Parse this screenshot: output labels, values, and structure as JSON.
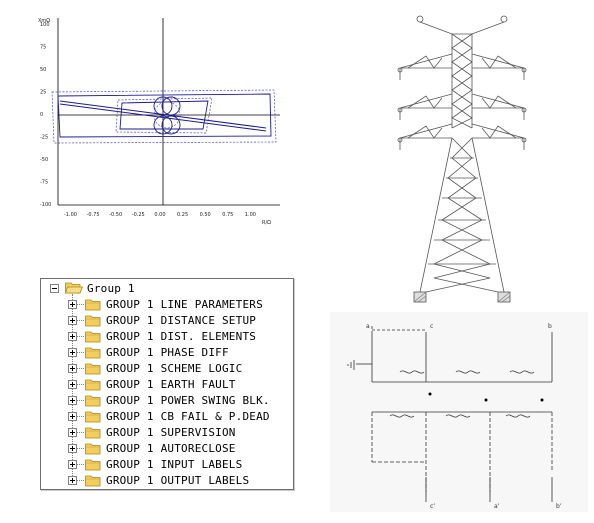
{
  "impedance_plot": {
    "y_axis_label": "XmΩ",
    "x_axis_label": "R/Ω",
    "y_ticks": [
      "100",
      "75",
      "50",
      "25",
      "0",
      "-25",
      "-50",
      "-75",
      "-100"
    ],
    "x_ticks": [
      "-1.00",
      "-0.75",
      "-0.50",
      "-0.25",
      "0.00",
      "0.25",
      "0.50",
      "0.75",
      "1.00"
    ]
  },
  "tree": {
    "root_label": "Group 1",
    "items": [
      {
        "label": "GROUP 1 LINE PARAMETERS"
      },
      {
        "label": "GROUP 1 DISTANCE SETUP"
      },
      {
        "label": "GROUP 1 DIST. ELEMENTS"
      },
      {
        "label": "GROUP 1 PHASE DIFF"
      },
      {
        "label": "GROUP 1 SCHEME LOGIC"
      },
      {
        "label": "GROUP 1 EARTH FAULT"
      },
      {
        "label": "GROUP 1 POWER SWING BLK."
      },
      {
        "label": "GROUP 1 CB FAIL & P.DEAD"
      },
      {
        "label": "GROUP 1 SUPERVISION"
      },
      {
        "label": "GROUP 1 AUTORECLOSE"
      },
      {
        "label": "GROUP 1 INPUT LABELS"
      },
      {
        "label": "GROUP 1 OUTPUT LABELS"
      }
    ]
  },
  "schematic": {
    "terminal_labels": [
      "a",
      "c",
      "c’",
      "b",
      "a’",
      "b’"
    ]
  },
  "colors": {
    "plot_line": "#1c1c8c",
    "plot_dash": "#4646c8",
    "folder_fill": "#f2cf5b",
    "folder_edge": "#a88620"
  }
}
